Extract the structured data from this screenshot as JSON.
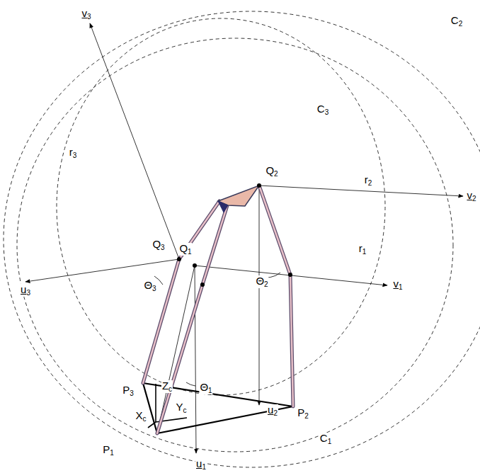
{
  "diagram": {
    "labels": [
      "C2",
      "v3",
      "C3",
      "r3",
      "Q3",
      "Q2",
      "v2",
      "r2",
      "Q1",
      "r1",
      "v1",
      "u3",
      "Θ3",
      "Θ2",
      "Θ1",
      "P3",
      "Zc",
      "Yc",
      "Xc",
      "P2",
      "u2",
      "C1",
      "P1",
      "u1"
    ]
  }
}
